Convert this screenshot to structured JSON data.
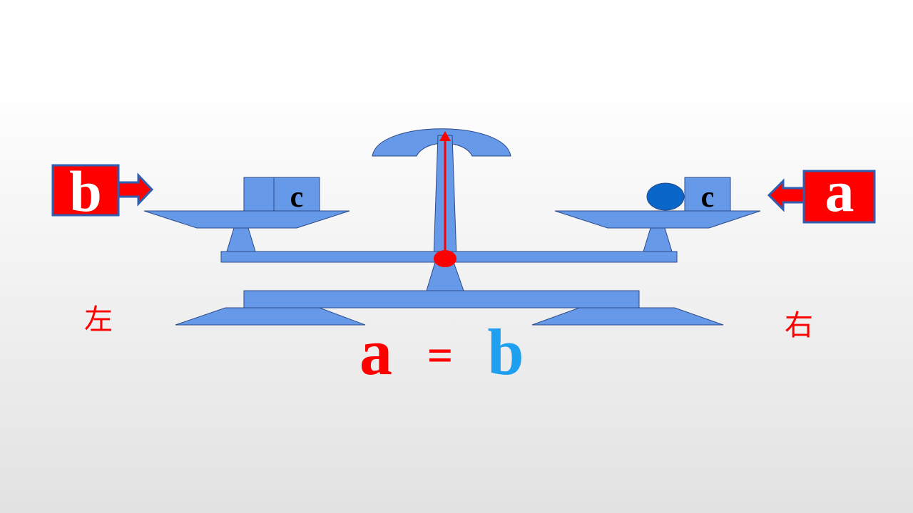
{
  "left_label": "左",
  "right_label": "右",
  "left_tag": "b",
  "right_tag": "a",
  "left_block_label": "c",
  "right_block_label": "c",
  "equation": {
    "lhs": "a",
    "op": "=",
    "rhs": "b"
  },
  "colors": {
    "scale_fill": "#6699e8",
    "scale_stroke": "#2b4a8a",
    "pointer": "#ff0000",
    "tag_fill": "#ff0000",
    "tag_border": "#2f5fb0",
    "ball": "#0a66c8",
    "lhs": "#ff0000",
    "rhs": "#1e9ff0"
  },
  "icons": {
    "left_arrow": "arrow-right-icon",
    "right_arrow": "arrow-left-icon"
  }
}
